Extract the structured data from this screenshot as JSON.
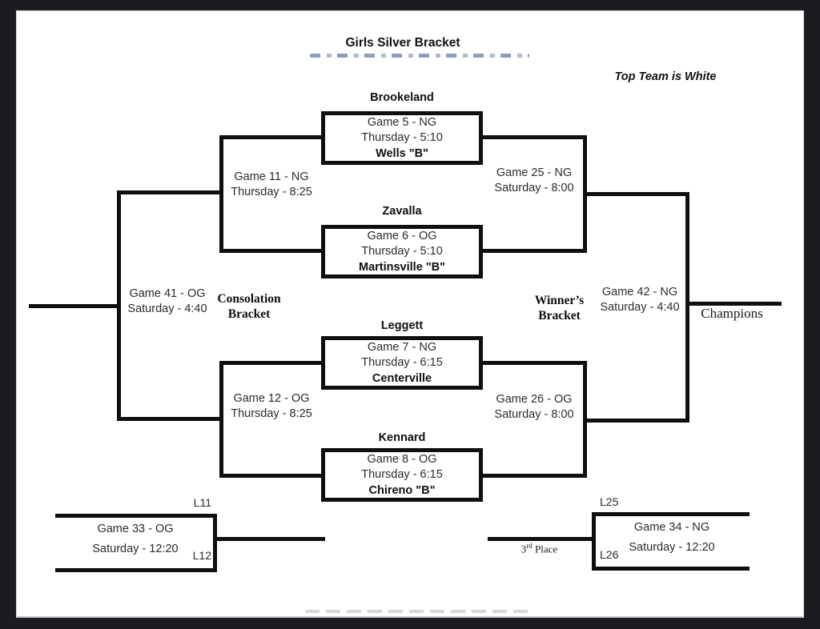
{
  "page": {
    "title": "Girls Silver Bracket",
    "note": "Top Team is White",
    "colors": {
      "background": "#1b1c20",
      "sheet": "#ffffff",
      "line": "#0f0f0f",
      "smudge_blue": "#4d679e"
    }
  },
  "games": [
    {
      "team_top": "Brookeland",
      "line1": "Game 5 - NG",
      "line2": "Thursday - 5:10",
      "team_bottom": "Wells \"B\""
    },
    {
      "team_top": "Zavalla",
      "line1": "Game 6 - OG",
      "line2": "Thursday - 5:10",
      "team_bottom": "Martinsville \"B\""
    },
    {
      "team_top": "Leggett",
      "line1": "Game 7 - NG",
      "line2": "Thursday - 6:15",
      "team_bottom": "Centerville"
    },
    {
      "team_top": "Kennard",
      "line1": "Game 8 - OG",
      "line2": "Thursday - 6:15",
      "team_bottom": "Chireno \"B\""
    }
  ],
  "connectors": {
    "game11": {
      "line1": "Game 11 - NG",
      "line2": "Thursday - 8:25"
    },
    "game12": {
      "line1": "Game 12 - OG",
      "line2": "Thursday - 8:25"
    },
    "game25": {
      "line1": "Game 25 - NG",
      "line2": "Saturday - 8:00"
    },
    "game26": {
      "line1": "Game 26 - OG",
      "line2": "Saturday - 8:00"
    },
    "game41": {
      "line1": "Game 41 - OG",
      "line2": "Saturday - 4:40"
    },
    "game42": {
      "line1": "Game 42 - NG",
      "line2": "Saturday - 4:40"
    }
  },
  "labels": {
    "consolation_line1": "Consolation",
    "consolation_line2": "Bracket",
    "winners_line1": "Winner’s",
    "winners_line2": "Bracket",
    "champions": "Champions",
    "third_num": "3",
    "third_sup": "rd",
    "third_word": " Place"
  },
  "bottom_left": {
    "slot_top": "L11",
    "slot_bottom": "L12",
    "line1": "Game 33 - OG",
    "line2": "Saturday - 12:20"
  },
  "bottom_right": {
    "slot_top": "L25",
    "slot_bottom": "L26",
    "line1": "Game 34 - NG",
    "line2": "Saturday - 12:20"
  }
}
